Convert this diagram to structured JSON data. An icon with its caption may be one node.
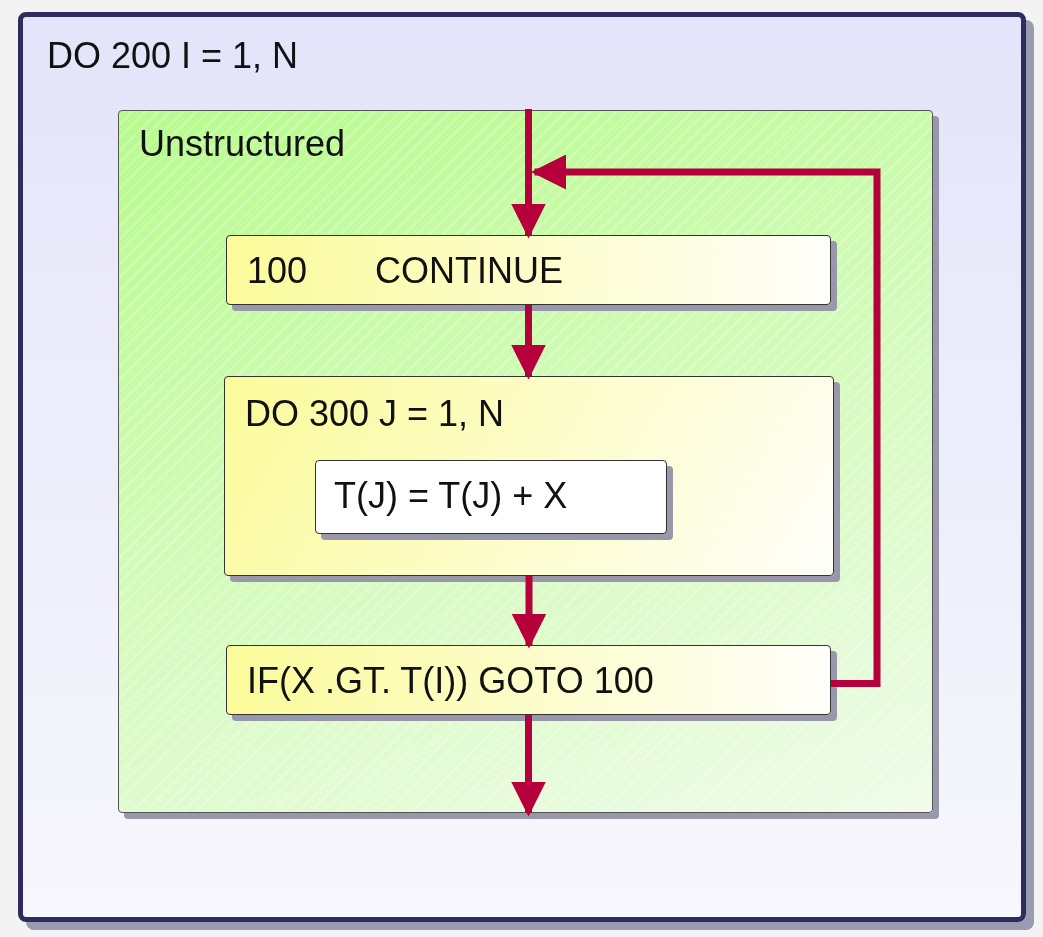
{
  "diagram": {
    "nodes": [
      {
        "text": [
          "DO 200 I = 1, N"
        ]
      },
      {
        "text": [
          "Unstructured"
        ],
        "in": 0
      },
      {
        "text": [
          "100",
          "CONTINUE"
        ],
        "in": 1
      },
      {
        "text": [
          "DO 300 J = 1, N"
        ],
        "in": 1
      },
      {
        "text": [
          "T(J) = T(J) + X"
        ],
        "in": 3
      },
      {
        "text": [
          "IF(X .GT. T(I)) GOTO 100"
        ],
        "in": 1
      }
    ],
    "edges": [
      {
        "from": null,
        "to": 2,
        "arrow": "to"
      },
      {
        "from": 2,
        "to": 3,
        "arrow": "to"
      },
      {
        "from": 3,
        "to": 5,
        "arrow": "to"
      },
      {
        "from": 5,
        "to": 2,
        "arrow": "to"
      },
      {
        "from": 5,
        "to": null,
        "arrow": "to"
      }
    ]
  }
}
